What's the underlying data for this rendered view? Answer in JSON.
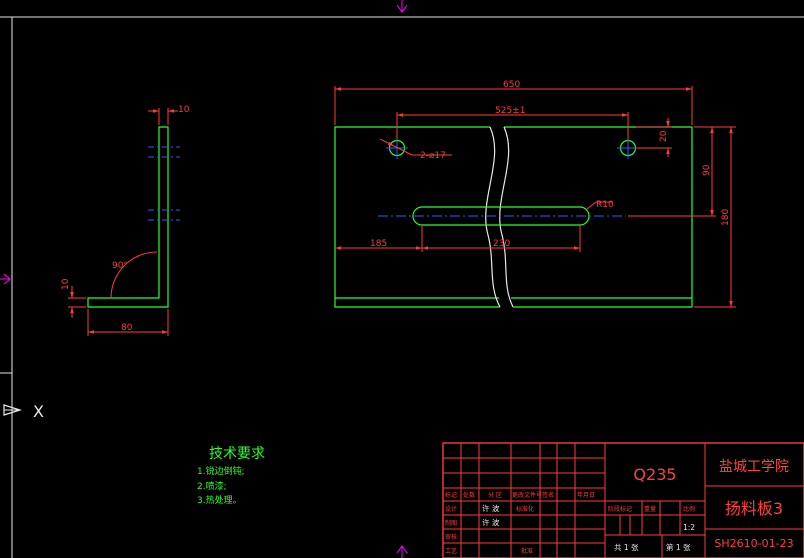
{
  "dims": {
    "overall_length": "650",
    "hole_spacing": "525±1",
    "hole_offset": "20",
    "hole_label": "2-⌀17",
    "slot_label": "R10",
    "slot_from_left": "185",
    "slot_length": "230",
    "slot_height": "90",
    "overall_height": "180"
  },
  "side_view": {
    "thickness": "10",
    "flange_length": "80",
    "flange_thickness": "10",
    "angle": "90°"
  },
  "tech_requirements": {
    "title": "技术要求",
    "items": [
      "1.锐边倒钝;",
      "2.喷漆;",
      "3.热处理。"
    ]
  },
  "title_block": {
    "material": "Q235",
    "school": "盐城工学院",
    "part_name": "扬料板3",
    "drawing_no": "SH2610-01-23",
    "scale": "1:2",
    "total_sheets": "共 1 张",
    "sheet_no": "第 1 张",
    "header_labels": [
      "标记",
      "处数",
      "分 区",
      "更改文件号",
      "签名",
      "年月日"
    ],
    "row_labels": [
      "设计",
      "制图",
      "审核",
      "工艺"
    ],
    "designer": "许 波",
    "drafter": "许 波",
    "std_label": "标准化",
    "approve_label": "批准",
    "stage_label": "阶段标记",
    "weight_label": "重量",
    "scale_label": "比例"
  },
  "ucs": {
    "x_label": "X"
  },
  "colors": {
    "background": "#000000",
    "outline": "#00ff00",
    "dimension": "#ff0000",
    "centerline": "#0050ff",
    "frame": "#e8e8e8",
    "marker": "#ff00ff"
  }
}
